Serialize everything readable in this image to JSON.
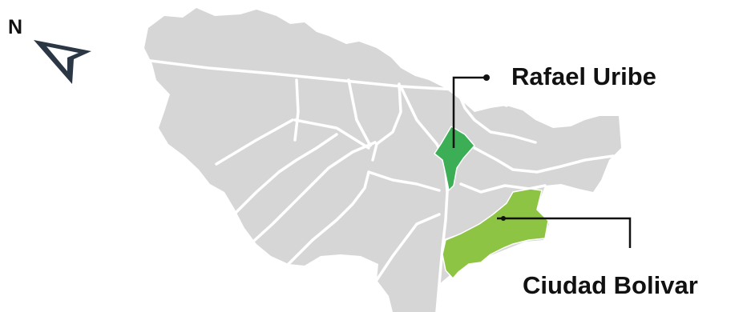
{
  "map": {
    "north_label": "N",
    "colors": {
      "land": "#d6d6d6",
      "borders": "#ffffff",
      "rafael_uribe": "#3cae55",
      "ciudad_bolivar": "#8dc443",
      "callout_lines": "#111111",
      "compass": "#2b3744"
    },
    "highlighted_localities": [
      {
        "name": "Rafael Uribe",
        "color": "#3cae55"
      },
      {
        "name": "Ciudad Bolivar",
        "color": "#8dc443"
      }
    ],
    "icons": {
      "compass": "north-arrow-icon"
    }
  }
}
